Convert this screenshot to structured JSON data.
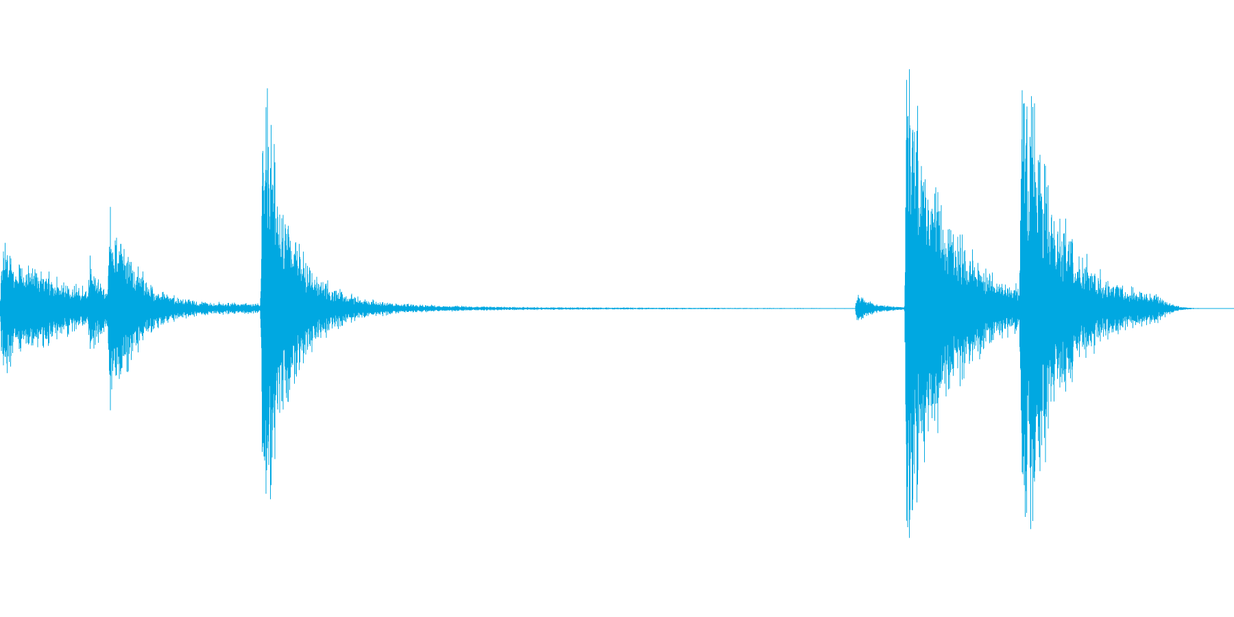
{
  "waveform": {
    "color": "#00a8e1",
    "background": "#ffffff",
    "baseline_level": 0.0,
    "bursts": [
      {
        "onset": 0.0,
        "peak_amplitude": 0.22,
        "decay": 0.12,
        "noise_floor": 0.05
      },
      {
        "onset": 0.071,
        "peak_amplitude": 0.25,
        "decay": 0.03,
        "noise_floor": 0.02
      },
      {
        "onset": 0.087,
        "peak_amplitude": 0.42,
        "decay": 0.06,
        "noise_floor": 0.03
      },
      {
        "onset": 0.211,
        "peak_amplitude": 0.92,
        "decay": 0.06,
        "noise_floor": 0.05
      },
      {
        "onset": 0.693,
        "peak_amplitude": 0.06,
        "decay": 0.02,
        "noise_floor": 0.02
      },
      {
        "onset": 0.733,
        "peak_amplitude": 0.9,
        "decay": 0.09,
        "noise_floor": 0.07
      },
      {
        "onset": 0.826,
        "peak_amplitude": 0.97,
        "decay": 0.08,
        "noise_floor": 0.08
      }
    ],
    "silence_start": 0.37,
    "silence_end": 0.69,
    "end_of_signal": 0.94
  }
}
